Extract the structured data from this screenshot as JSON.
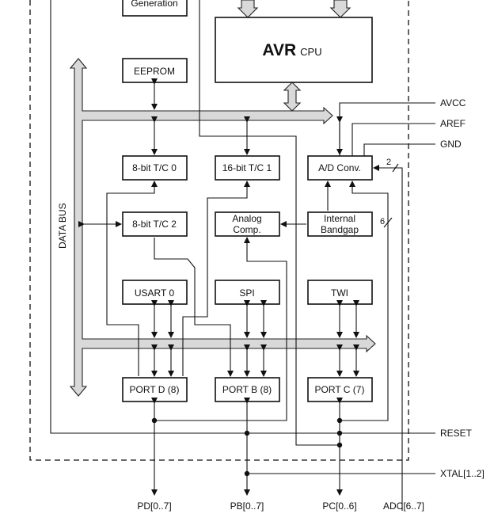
{
  "blocks": {
    "generation": "Generation",
    "eeprom": "EEPROM",
    "avr_main": "AVR",
    "avr_sub": "CPU",
    "tc0": "8-bit T/C 0",
    "tc1": "16-bit T/C 1",
    "adc": "A/D Conv.",
    "tc2": "8-bit T/C 2",
    "analog_1": "Analog",
    "analog_2": "Comp.",
    "bandgap_1": "Internal",
    "bandgap_2": "Bandgap",
    "usart": "USART 0",
    "spi": "SPI",
    "twi": "TWI",
    "portd": "PORT D (8)",
    "portb": "PORT B (8)",
    "portc": "PORT C (7)"
  },
  "bus_label": "DATA BUS",
  "signals": {
    "avcc": "AVCC",
    "aref": "AREF",
    "gnd": "GND",
    "reset": "RESET",
    "xtal": "XTAL[1..2]"
  },
  "pins": {
    "pd": "PD[0..7]",
    "pb": "PB[0..7]",
    "pc": "PC[0..6]",
    "adc": "ADC[6..7]"
  },
  "bus_widths": {
    "adc_in": "2",
    "bandgap_in": "6"
  }
}
